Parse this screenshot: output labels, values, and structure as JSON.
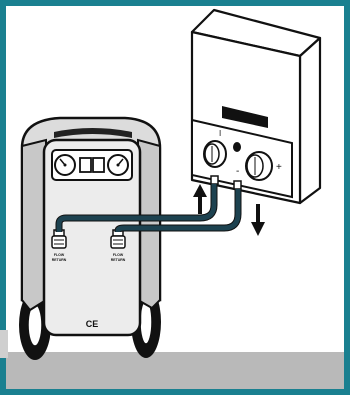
{
  "diagram": {
    "colors": {
      "frame": "#1a8090",
      "floor": "#b9b9b9",
      "outline": "#111111",
      "hose": "#1d4250",
      "hose_highlight": "#6f8f98",
      "machine_body": "#ececec",
      "heater_body": "#ffffff",
      "display": "#111111",
      "side_tab": "#cfcfcf"
    },
    "machine": {
      "left_coupling_label_1": "FLOW",
      "left_coupling_label_2": "RETURN",
      "right_coupling_label_1": "FLOW",
      "right_coupling_label_2": "RETURN",
      "ce_mark": "CE"
    },
    "heater": {
      "knob_left_label": "I",
      "knob_right_minus": "-",
      "knob_right_plus": "+"
    },
    "arrows": [
      "up-arrow",
      "down-arrow"
    ]
  }
}
